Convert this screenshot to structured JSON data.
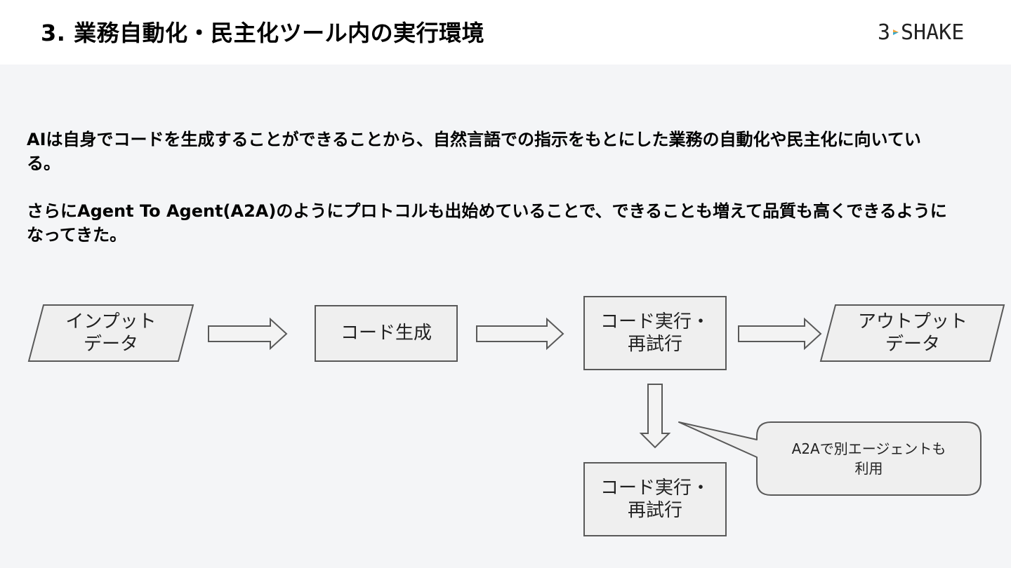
{
  "header": {
    "title": "3. 業務自動化・民主化ツール内の実行環境",
    "logo": {
      "text_before": "3",
      "text_after": "SHAKE",
      "accent_colors": [
        "#f0a640",
        "#3aa7c8"
      ]
    }
  },
  "body": {
    "paragraph_1": "AIは自身でコードを生成することができることから、自然言語での指示をもとにした業務の自動化や民主化に向いている。",
    "paragraph_2": "さらにAgent To Agent(A2A)のようにプロトコルも出始めていることで、できることも増えて品質も高くできるようになってきた。"
  },
  "diagram": {
    "nodes": {
      "input": "インプット\nデータ",
      "generate": "コード生成",
      "execute": "コード実行・\n再試行",
      "output": "アウトプット\nデータ",
      "execute_agent": "コード実行・\n再試行"
    },
    "callout": "A2Aで別エージェントも\n利用",
    "colors": {
      "fill": "#efefef",
      "stroke": "#595959",
      "arrow_fill": "#f3f3f3"
    }
  }
}
